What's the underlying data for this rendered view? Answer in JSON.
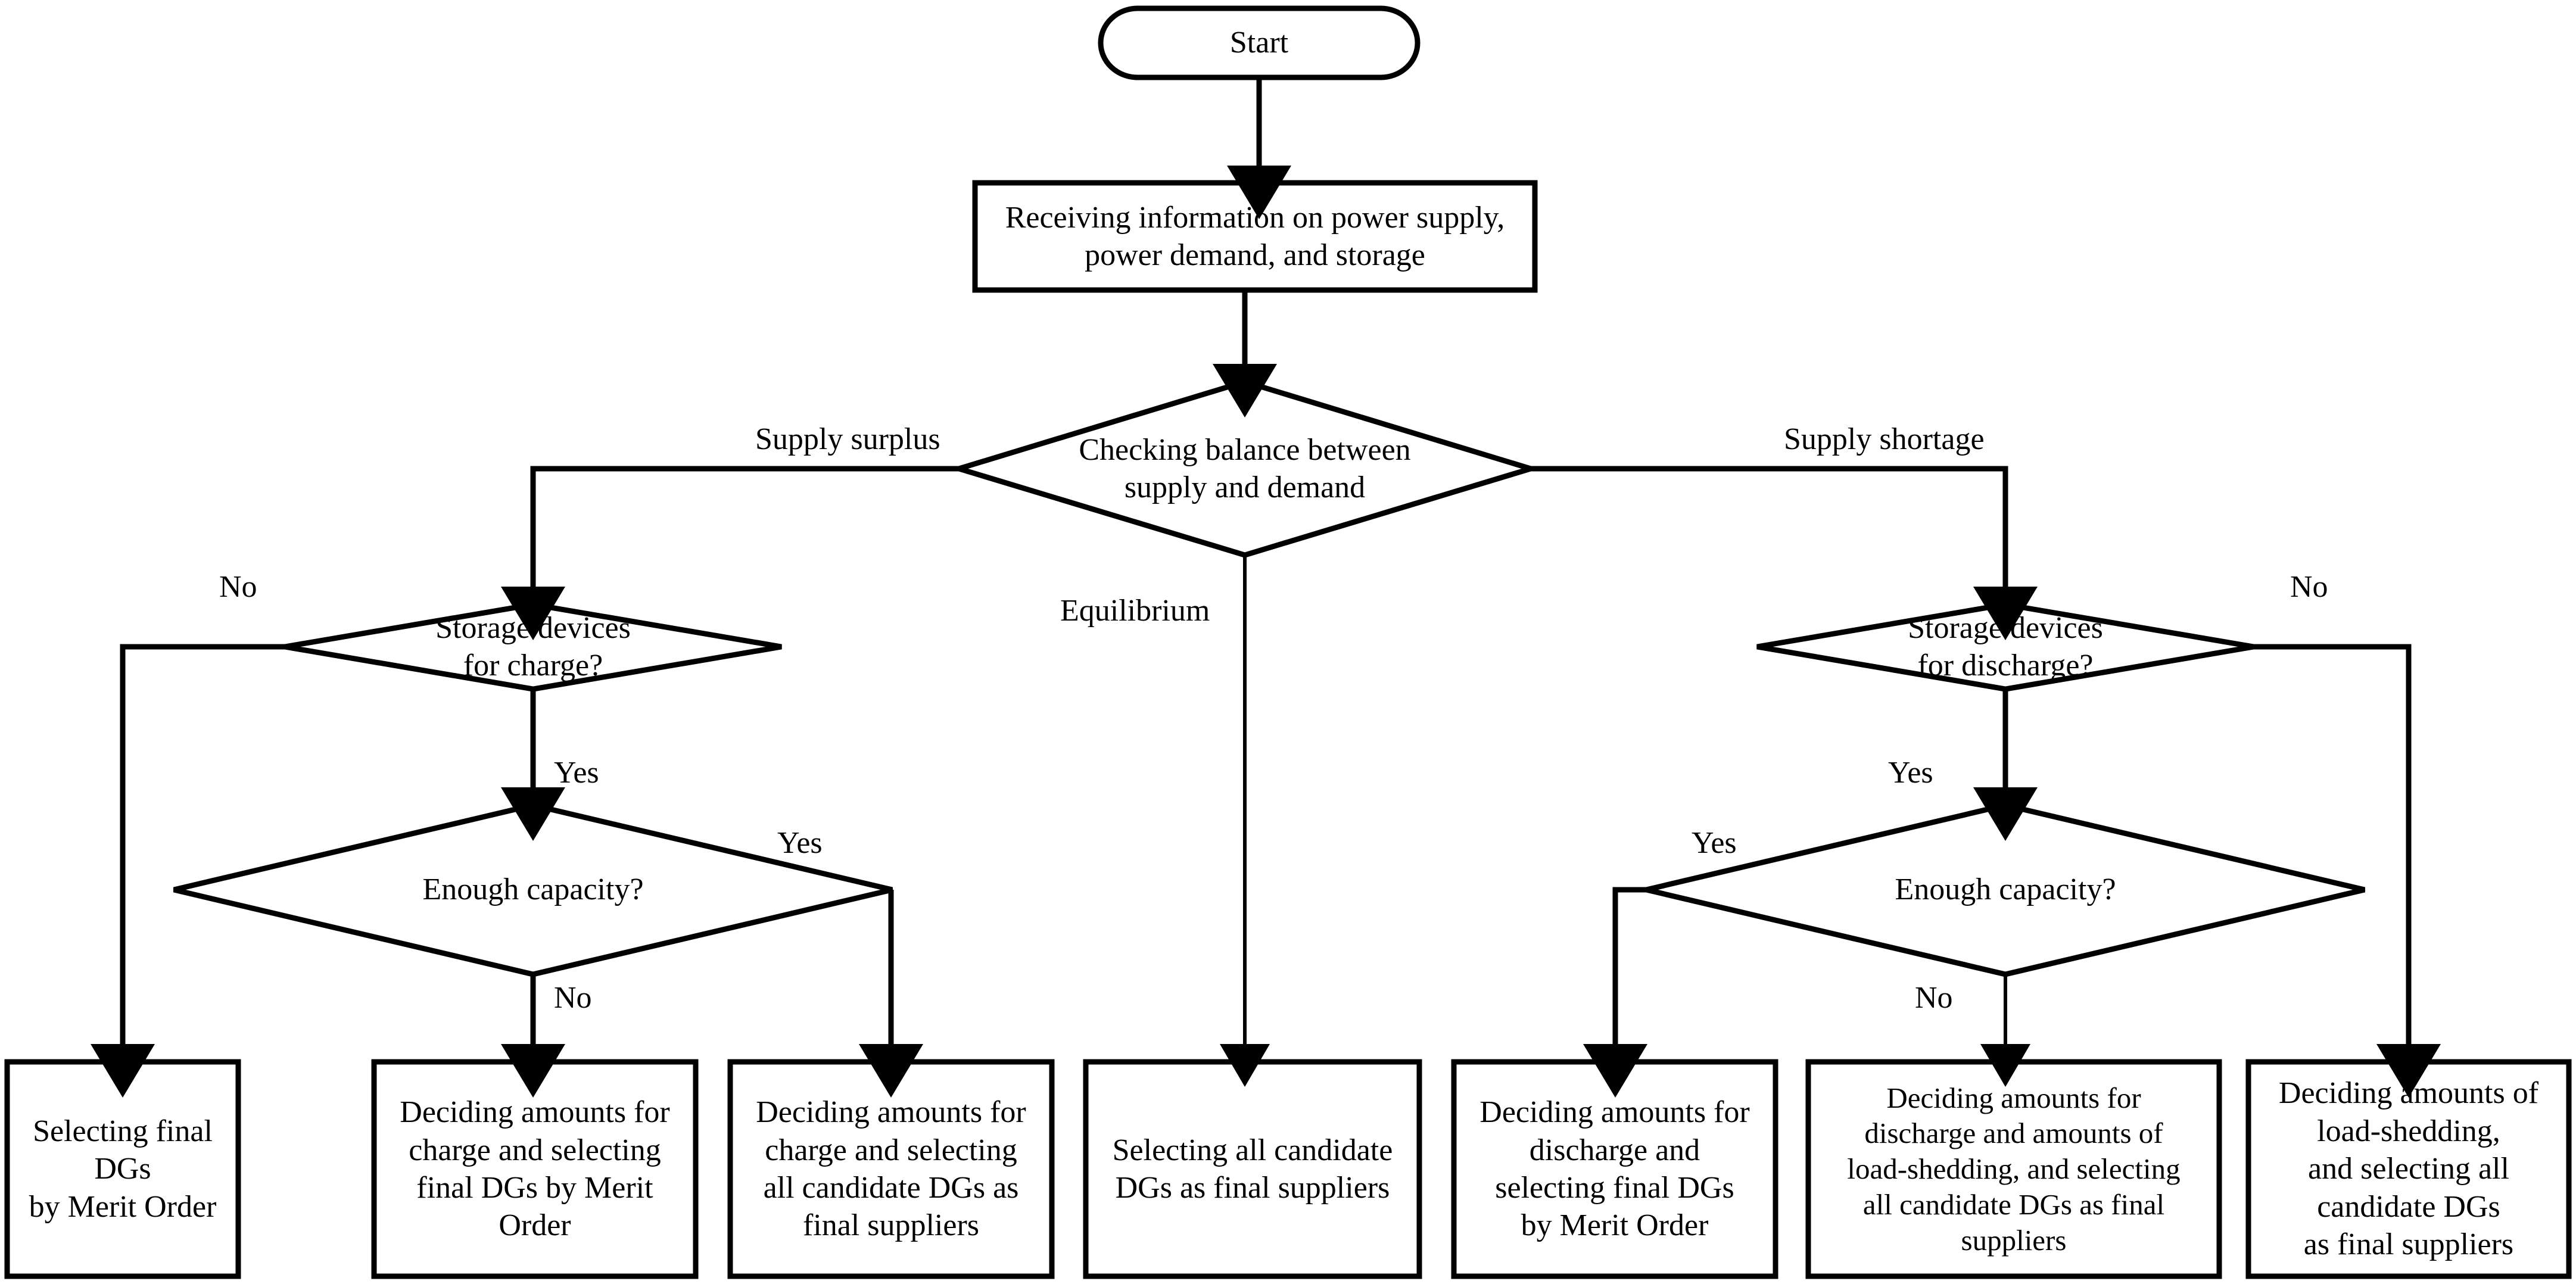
{
  "diagram": {
    "type": "flowchart",
    "title": "",
    "background_color": "#ffffff",
    "line_color": "#000000",
    "text_color": "#000000",
    "nodes": {
      "start": {
        "label": "Start",
        "shape": "stadium"
      },
      "receive": {
        "label": "Receiving information on power supply,\npower demand, and storage",
        "shape": "rectangle"
      },
      "check_balance": {
        "label": "Checking balance between\nsupply and demand",
        "shape": "diamond"
      },
      "storage_charge": {
        "label": "Storage devices\nfor charge?",
        "shape": "diamond"
      },
      "enough_capacity_left": {
        "label": "Enough capacity?",
        "shape": "diamond"
      },
      "storage_discharge": {
        "label": "Storage devices\nfor discharge?",
        "shape": "diamond"
      },
      "enough_capacity_right": {
        "label": "Enough capacity?",
        "shape": "diamond"
      },
      "out1": {
        "label": "Selecting final DGs\nby Merit Order",
        "shape": "rectangle"
      },
      "out2": {
        "label": "Deciding amounts for\ncharge and selecting\nfinal DGs by Merit\nOrder",
        "shape": "rectangle"
      },
      "out3": {
        "label": "Deciding amounts for\ncharge and selecting\nall candidate DGs as\nfinal suppliers",
        "shape": "rectangle"
      },
      "out4": {
        "label": "Selecting all candidate\nDGs as final suppliers",
        "shape": "rectangle"
      },
      "out5": {
        "label": "Deciding amounts for\ndischarge and\nselecting final DGs\nby Merit Order",
        "shape": "rectangle"
      },
      "out6": {
        "label": "Deciding amounts for\ndischarge and amounts of\nload-shedding, and selecting\nall candidate DGs as final\nsuppliers",
        "shape": "rectangle"
      },
      "out7": {
        "label": "Deciding amounts of\nload-shedding,\nand selecting  all\ncandidate DGs\nas final suppliers",
        "shape": "rectangle"
      }
    },
    "edge_labels": {
      "supply_surplus": "Supply surplus",
      "supply_shortage": "Supply shortage",
      "equilibrium": "Equilibrium",
      "charge_no": "No",
      "charge_yes": "Yes",
      "capacity_left_yes": "Yes",
      "capacity_left_no": "No",
      "discharge_no": "No",
      "discharge_yes": "Yes",
      "capacity_right_yes": "Yes",
      "capacity_right_no": "No"
    }
  }
}
